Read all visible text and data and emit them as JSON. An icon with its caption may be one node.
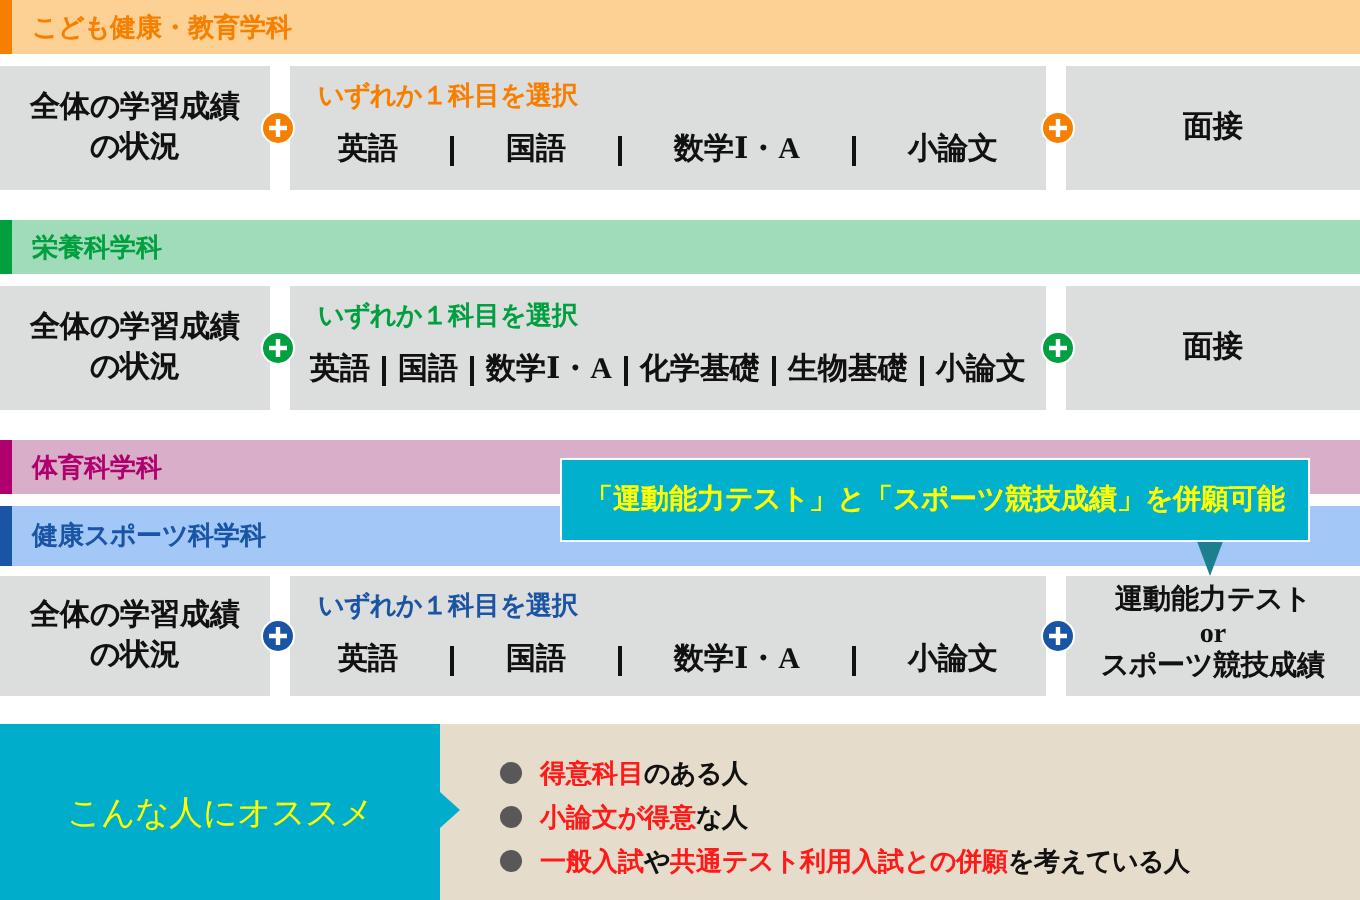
{
  "diagram": {
    "nodes": [
      {
        "text": [
          "こども健康・教育学科"
        ]
      },
      {
        "text": [
          "全体の学習成績の状況"
        ]
      },
      {
        "text": [
          "いずれか１科目を選択",
          "英語",
          "国語",
          "数学Ⅰ・A",
          "小論文"
        ]
      },
      {
        "text": [
          "面接"
        ]
      },
      {
        "text": [
          "栄養科学科"
        ]
      },
      {
        "text": [
          "全体の学習成績の状況"
        ]
      },
      {
        "text": [
          "いずれか１科目を選択",
          "英語",
          "国語",
          "数学Ⅰ・A",
          "化学基礎",
          "生物基礎",
          "小論文"
        ]
      },
      {
        "text": [
          "面接"
        ]
      },
      {
        "text": [
          "体育科学科"
        ]
      },
      {
        "text": [
          "健康スポーツ科学科"
        ]
      },
      {
        "text": [
          "「運動能力テスト」と「スポーツ競技成績」を併願可能"
        ]
      },
      {
        "text": [
          "全体の学習成績の状況"
        ]
      },
      {
        "text": [
          "いずれか１科目を選択",
          "英語",
          "国語",
          "数学Ⅰ・A",
          "小論文"
        ]
      },
      {
        "text": [
          "運動能力テスト or スポーツ競技成績"
        ]
      },
      {
        "text": [
          "こんな人にオススメ"
        ]
      },
      {
        "text": [
          "**得意科目**のある人",
          "**小論文が得意**な人",
          "**一般入試**や**共通テスト利用入試との併願**を考えている人"
        ]
      }
    ],
    "edges": [
      {
        "from": 10,
        "to": 13,
        "arrow": "to"
      }
    ]
  }
}
